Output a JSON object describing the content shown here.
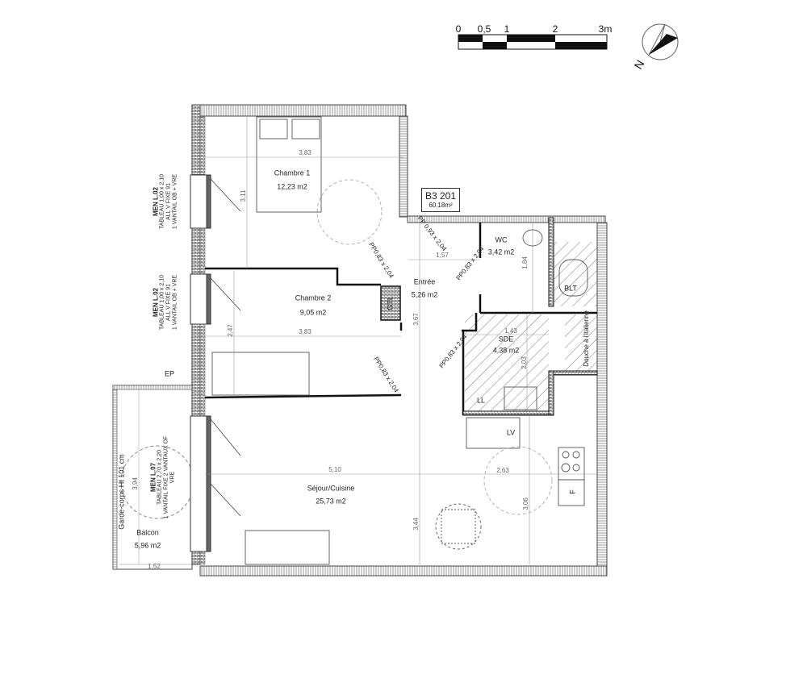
{
  "scale_bar": {
    "labels": [
      "0",
      "0,5",
      "1",
      "2",
      "3m"
    ]
  },
  "compass": {
    "north_label": "N"
  },
  "unit": {
    "id": "B3 201",
    "area": "60.18m²"
  },
  "rooms": {
    "chambre1": {
      "name": "Chambre 1",
      "area": "12,23 m2"
    },
    "chambre2": {
      "name": "Chambre 2",
      "area": "9,05 m2"
    },
    "entree": {
      "name": "Entrée",
      "area": "5,26 m2"
    },
    "wc": {
      "name": "WC",
      "area": "3,42 m2"
    },
    "sde": {
      "name": "SDE",
      "area": "4,38 m2"
    },
    "sejour": {
      "name": "Séjour/Cuisine",
      "area": "25,73 m2"
    },
    "balcon": {
      "name": "Balcon",
      "area": "5,96 m2"
    }
  },
  "dimensions": {
    "ch1_width": "3,83",
    "ch1_depth": "3,11",
    "ch2_width": "3,83",
    "ch2_depth": "2,47",
    "entree_width": "1,57",
    "entree_depth": "3,67",
    "wc_depth": "1,84",
    "sde_width": "1,43",
    "sde_depth": "2,03",
    "sejour_width": "5,10",
    "kitchen_width": "2,63",
    "sejour_depth": "3,44",
    "kitchen_depth": "3,06",
    "balcon_length": "3,94",
    "balcon_width": "1,52"
  },
  "doors": {
    "entry": "PP 0,93 x 2,04",
    "ch1": "PP0,83 x 2,04",
    "wc": "PP0,83 x 2,04",
    "ch2": "PP0,83 x 2,04",
    "sde": "PP0,83 x 2,04"
  },
  "fixtures": {
    "gtl": "GTL",
    "blt": "BLT",
    "ll": "LL",
    "lv": "LV",
    "fridge": "F",
    "shower": "Douche à l'italienne",
    "ep": "EP",
    "railing": "Garde-corps Ht 101 cm"
  },
  "windows": [
    {
      "ref": "MEN L.02",
      "l1": "TABLEAU 1,00 x 2,10",
      "l2": "ALL V FIXE 91",
      "l3": "1 VANTAIL OB + VRE"
    },
    {
      "ref": "MEN L.02",
      "l1": "TABLEAU 1,00 x 2,10",
      "l2": "ALL V FIXE 91",
      "l3": "1 VANTAIL OB + VRE"
    },
    {
      "ref": "MEN L.07",
      "l1": "TABLEAU 2,70 x 2,20",
      "l2": "1 VANTAIL FIXE 2 VANTAUX OF",
      "l3": "VRE"
    }
  ]
}
